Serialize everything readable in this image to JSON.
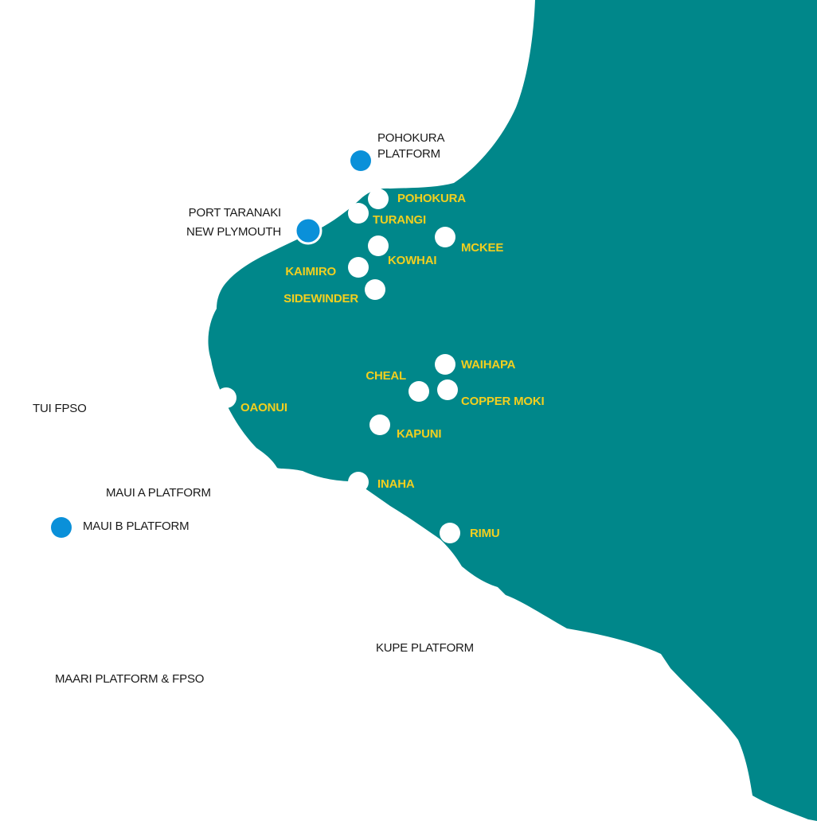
{
  "colors": {
    "land": "#00878a",
    "sea": "#ffffff",
    "field_marker": "#ffffff",
    "facility_marker": "#0a90d9",
    "field_label": "#f2cf1f",
    "offshore_label": "#1a1a1a"
  },
  "facilities": [
    {
      "id": "pohokura-platform",
      "label_lines": [
        "POHOKURA",
        "PLATFORM"
      ],
      "marker": "blue-dot"
    },
    {
      "id": "port-taranaki",
      "label_lines": [
        "PORT TARANAKI",
        "NEW PLYMOUTH"
      ],
      "marker": "blue-dot"
    },
    {
      "id": "tui-fpso",
      "label_lines": [
        "TUI FPSO"
      ],
      "marker": "none"
    },
    {
      "id": "maui-a-platform",
      "label_lines": [
        "MAUI A PLATFORM"
      ],
      "marker": "none"
    },
    {
      "id": "maui-b-platform",
      "label_lines": [
        "MAUI B PLATFORM"
      ],
      "marker": "blue-dot"
    },
    {
      "id": "kupe-platform",
      "label_lines": [
        "KUPE PLATFORM"
      ],
      "marker": "none"
    },
    {
      "id": "maari-platform",
      "label_lines": [
        "MAARI PLATFORM & FPSO"
      ],
      "marker": "none"
    }
  ],
  "fields": [
    {
      "id": "pohokura",
      "label": "POHOKURA"
    },
    {
      "id": "turangi",
      "label": "TURANGI"
    },
    {
      "id": "mckee",
      "label": "MCKEE"
    },
    {
      "id": "kowhai",
      "label": "KOWHAI"
    },
    {
      "id": "kaimiro",
      "label": "KAIMIRO"
    },
    {
      "id": "sidewinder",
      "label": "SIDEWINDER"
    },
    {
      "id": "waihapa",
      "label": "WAIHAPA"
    },
    {
      "id": "cheal",
      "label": "CHEAL"
    },
    {
      "id": "copper-moki",
      "label": "COPPER MOKI"
    },
    {
      "id": "oaonui",
      "label": "OAONUI"
    },
    {
      "id": "kapuni",
      "label": "KAPUNI"
    },
    {
      "id": "inaha",
      "label": "INAHA"
    },
    {
      "id": "rimu",
      "label": "RIMU"
    }
  ]
}
